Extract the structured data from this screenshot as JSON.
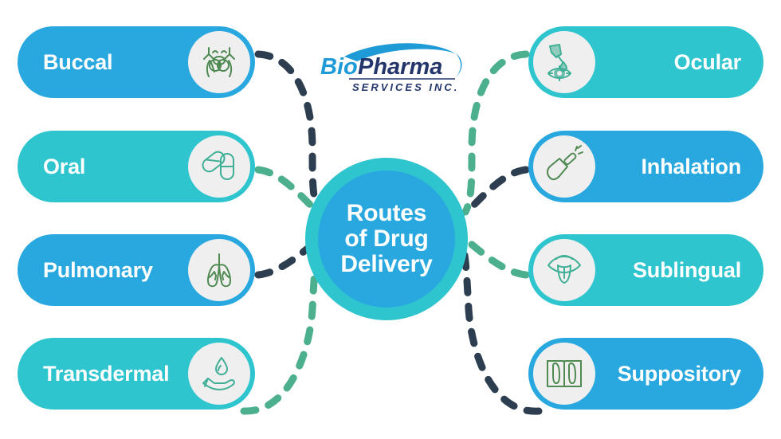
{
  "brand": {
    "name_part1": "Bio",
    "name_part2": "Pharma",
    "tagline": "SERVICES INC.",
    "logo_color_blue": "#1E9BD7",
    "logo_color_dark": "#23356B"
  },
  "hub": {
    "line1": "Routes",
    "line2": "of Drug",
    "line3": "Delivery",
    "ring_color": "#2FC5CE",
    "core_color": "#29A8E0",
    "text_color": "#FFFFFF"
  },
  "palette": {
    "blue": "#29A8E0",
    "teal": "#2FC5CE",
    "icon_disc": "#EFEFEF",
    "icon_stroke_green": "#4E8A52",
    "icon_stroke_teal": "#3FAF96",
    "connector_navy": "#2D3E50",
    "connector_green": "#4CAF8E",
    "background": "#FFFFFF"
  },
  "left_routes": [
    {
      "label": "Buccal",
      "color": "#29A8E0",
      "icon": "mouth-cheek-icon",
      "icon_stroke": "#4E8A52"
    },
    {
      "label": "Oral",
      "color": "#2FC5CE",
      "icon": "capsules-icon",
      "icon_stroke": "#3FAF96"
    },
    {
      "label": "Pulmonary",
      "color": "#29A8E0",
      "icon": "lungs-icon",
      "icon_stroke": "#4E8A52"
    },
    {
      "label": "Transdermal",
      "color": "#2FC5CE",
      "icon": "hand-droplet-icon",
      "icon_stroke": "#3FAF96"
    }
  ],
  "right_routes": [
    {
      "label": "Ocular",
      "color": "#2FC5CE",
      "icon": "eye-dropper-icon",
      "icon_stroke": "#3FAF96"
    },
    {
      "label": "Inhalation",
      "color": "#29A8E0",
      "icon": "inhaler-icon",
      "icon_stroke": "#4E8A52"
    },
    {
      "label": "Sublingual",
      "color": "#2FC5CE",
      "icon": "tongue-icon",
      "icon_stroke": "#3FAF96"
    },
    {
      "label": "Suppository",
      "color": "#29A8E0",
      "icon": "suppository-icon",
      "icon_stroke": "#4E8A52"
    }
  ],
  "connectors": [
    {
      "name": "buccal-to-hub",
      "color": "#2D3E50"
    },
    {
      "name": "oral-to-hub",
      "color": "#4CAF8E"
    },
    {
      "name": "pulmonary-to-hub",
      "color": "#2D3E50"
    },
    {
      "name": "transdermal-to-hub",
      "color": "#4CAF8E"
    },
    {
      "name": "ocular-to-hub",
      "color": "#4CAF8E"
    },
    {
      "name": "inhalation-to-hub",
      "color": "#2D3E50"
    },
    {
      "name": "sublingual-to-hub",
      "color": "#4CAF8E"
    },
    {
      "name": "suppository-to-hub",
      "color": "#2D3E50"
    }
  ]
}
